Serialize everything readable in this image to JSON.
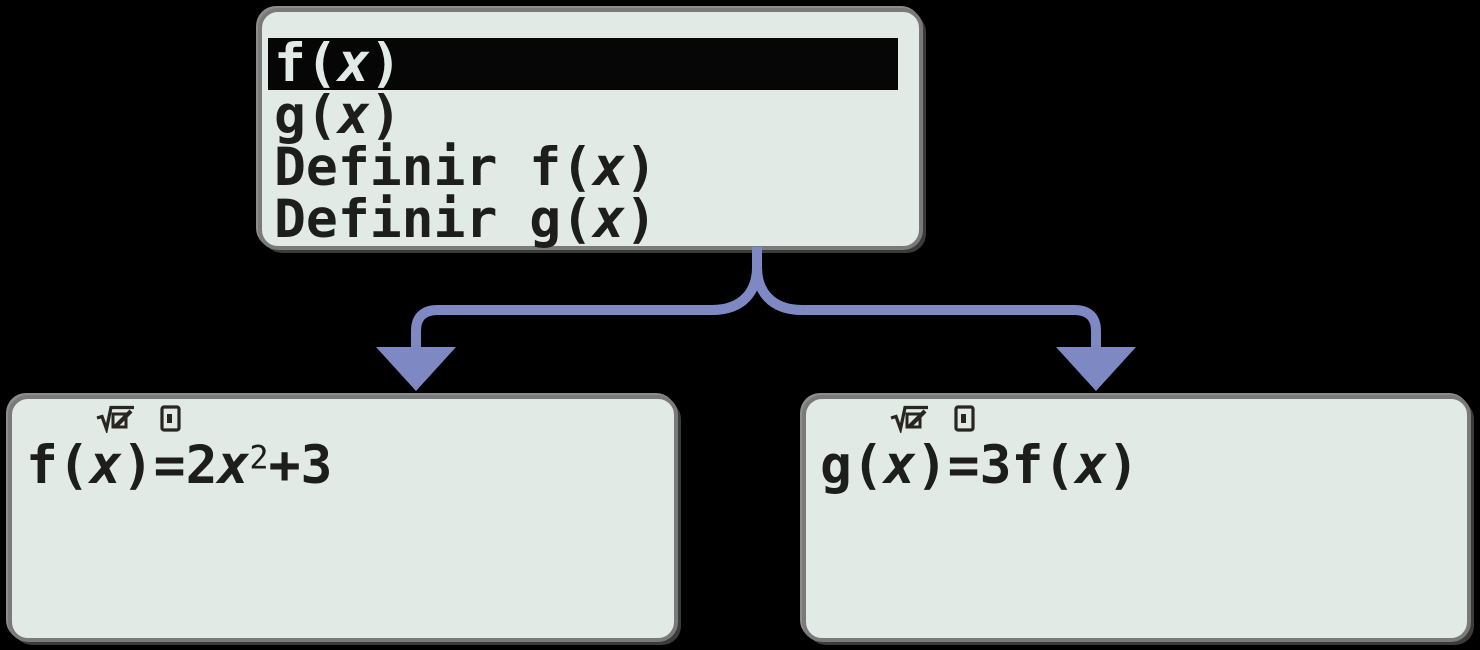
{
  "diagram": {
    "menu_screen": {
      "items": [
        {
          "label": "f(x)",
          "selected": true
        },
        {
          "label": "g(x)",
          "selected": false
        },
        {
          "label": "Definir f(x)",
          "selected": false
        },
        {
          "label": "Definir g(x)",
          "selected": false
        }
      ]
    },
    "fx_screen": {
      "status_icons": [
        "math-io-icon",
        "battery-icon"
      ],
      "formula": "f(x)=2x²+3"
    },
    "gx_screen": {
      "status_icons": [
        "math-io-icon",
        "battery-icon"
      ],
      "formula": "g(x)=3f(x)"
    },
    "colors": {
      "page_background": "#000000",
      "screen_background": "#e1eae5",
      "screen_border": "#7a7a7a",
      "lcd_text": "#1d1d1b",
      "highlight_background": "#060606",
      "highlight_text": "#e1eae5",
      "arrow": "#7e89c3"
    }
  }
}
